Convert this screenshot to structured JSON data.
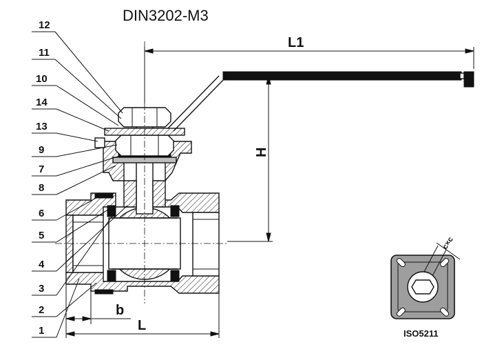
{
  "title": "DIN3202-M3",
  "dimensions": {
    "l1": "L1",
    "h": "H",
    "l": "L",
    "b": "b"
  },
  "part_numbers": [
    "12",
    "11",
    "10",
    "14",
    "13",
    "9",
    "7",
    "8",
    "6",
    "5",
    "4",
    "3",
    "2",
    "1"
  ],
  "flange": {
    "standard": "ISO5211",
    "across_flats": "c×c"
  }
}
